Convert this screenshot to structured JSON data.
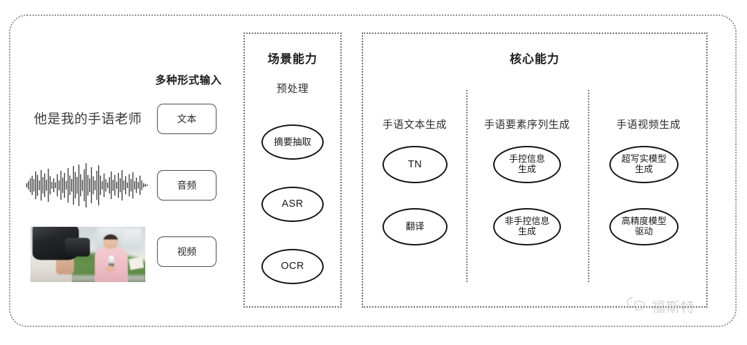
{
  "diagram": {
    "title_hidden": "",
    "input_section": {
      "heading": "多种形式输入",
      "sample_sentence": "他是我的手语老师",
      "buttons": [
        {
          "label": "文本",
          "name": "input-mode-text"
        },
        {
          "label": "音频",
          "name": "input-mode-audio"
        },
        {
          "label": "视频",
          "name": "input-mode-video"
        }
      ],
      "media": {
        "waveform_name": "audio-waveform",
        "thumbnail_name": "video-thumbnail"
      }
    },
    "scene_panel": {
      "title": "场景能力",
      "subtitle": "预处理",
      "nodes": [
        {
          "label": "摘要抽取",
          "latin": false
        },
        {
          "label": "ASR",
          "latin": true
        },
        {
          "label": "OCR",
          "latin": true
        }
      ]
    },
    "core_panel": {
      "title": "核心能力",
      "columns": [
        {
          "label": "手语文本生成",
          "nodes": [
            {
              "label": "TN",
              "latin": true
            },
            {
              "label": "翻译",
              "latin": false
            }
          ]
        },
        {
          "label": "手语要素序列生成",
          "nodes": [
            {
              "label": "手控信息\n生成",
              "latin": false
            },
            {
              "label": "非手控信息\n生成",
              "latin": false
            }
          ]
        },
        {
          "label": "手语视频生成",
          "nodes": [
            {
              "label": "超写实模型\n生成",
              "latin": false
            },
            {
              "label": "高精度模型\n驱动",
              "latin": false
            }
          ]
        }
      ]
    },
    "watermark": {
      "icon": "wechat-icon",
      "text": "福斯特"
    },
    "colors": {
      "frame_dots": "#8d8d8d",
      "panel_dots": "#6e6e6e",
      "node_stroke": "#111111",
      "text": "#1d1d1d",
      "watermark": "#9b9b9b"
    }
  }
}
